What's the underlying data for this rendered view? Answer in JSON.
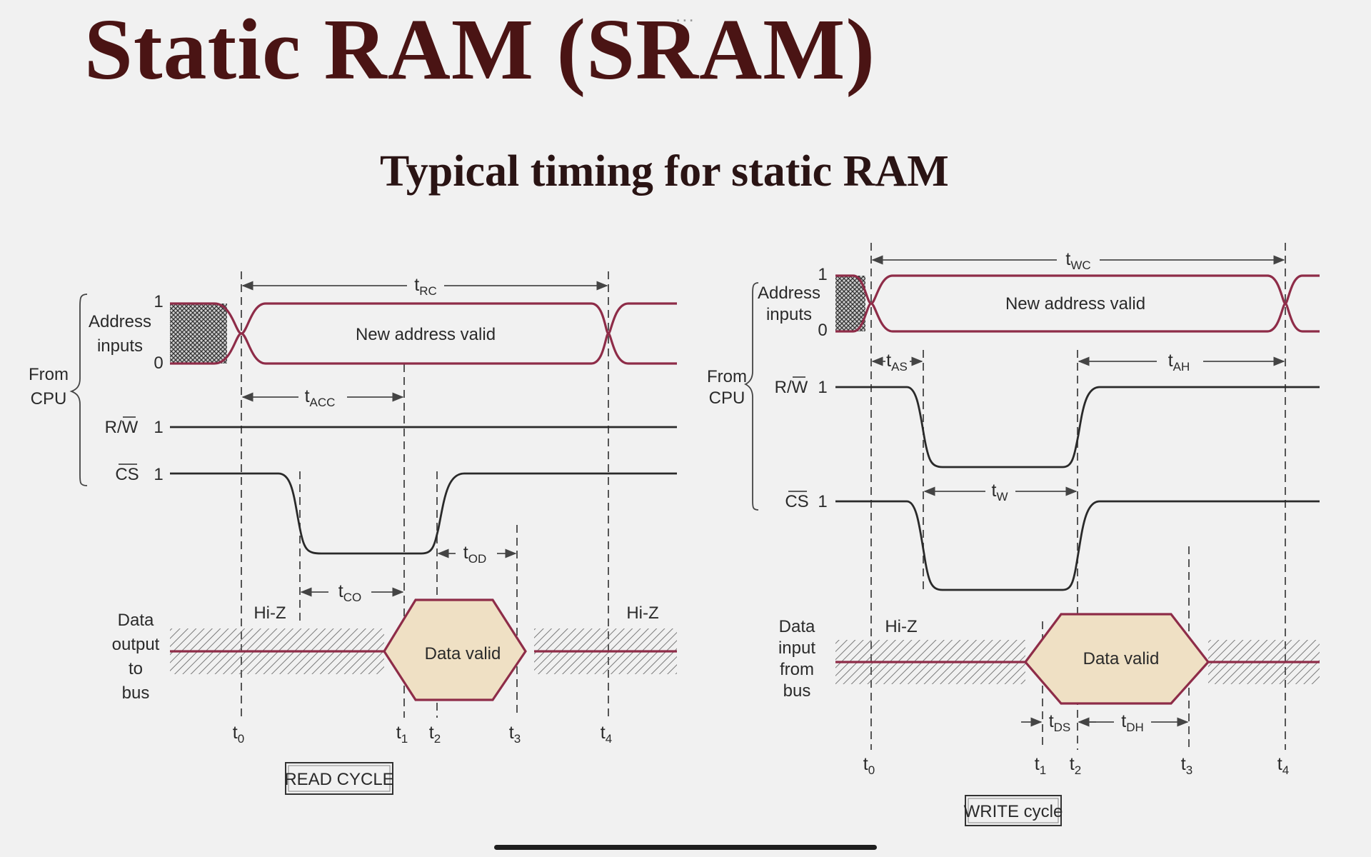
{
  "slide": {
    "title": "Static RAM (SRAM)",
    "subtitle": "Typical timing for static RAM",
    "more_indicator": "..."
  },
  "colors": {
    "title": "#4a1414",
    "signal": "#8e2c48",
    "data_fill": "#efe0c4",
    "background": "#f1f1f1"
  },
  "read_cycle": {
    "caption": "READ CYCLE",
    "from_cpu": [
      "From",
      "CPU"
    ],
    "address_label": [
      "Address",
      "inputs"
    ],
    "rw_label": "R/W",
    "cs_label": "CS",
    "data_label": [
      "Data",
      "output",
      "to",
      "bus"
    ],
    "level_1": "1",
    "level_0": "0",
    "new_address": "New address valid",
    "data_valid": "Data valid",
    "hiz_left": "Hi-Z",
    "hiz_right": "Hi-Z",
    "t_rc": {
      "t": "t",
      "sub": "RC"
    },
    "t_acc": {
      "t": "t",
      "sub": "ACC"
    },
    "t_co": {
      "t": "t",
      "sub": "CO"
    },
    "t_od": {
      "t": "t",
      "sub": "OD"
    },
    "times": [
      {
        "t": "t",
        "sub": "0"
      },
      {
        "t": "t",
        "sub": "1"
      },
      {
        "t": "t",
        "sub": "2"
      },
      {
        "t": "t",
        "sub": "3"
      },
      {
        "t": "t",
        "sub": "4"
      }
    ]
  },
  "write_cycle": {
    "caption": "WRITE cycle",
    "from_cpu": [
      "From",
      "CPU"
    ],
    "address_label": [
      "Address",
      "inputs"
    ],
    "rw_label": "R/W",
    "cs_label": "CS",
    "data_label": [
      "Data",
      "input",
      "from",
      "bus"
    ],
    "level_1": "1",
    "level_0": "0",
    "new_address": "New address valid",
    "data_valid": "Data valid",
    "hiz_left": "Hi-Z",
    "t_wc": {
      "t": "t",
      "sub": "WC"
    },
    "t_as": {
      "t": "t",
      "sub": "AS"
    },
    "t_ah": {
      "t": "t",
      "sub": "AH"
    },
    "t_w": {
      "t": "t",
      "sub": "W"
    },
    "t_ds": {
      "t": "t",
      "sub": "DS"
    },
    "t_dh": {
      "t": "t",
      "sub": "DH"
    },
    "times": [
      {
        "t": "t",
        "sub": "0"
      },
      {
        "t": "t",
        "sub": "1"
      },
      {
        "t": "t",
        "sub": "2"
      },
      {
        "t": "t",
        "sub": "3"
      },
      {
        "t": "t",
        "sub": "4"
      }
    ]
  }
}
